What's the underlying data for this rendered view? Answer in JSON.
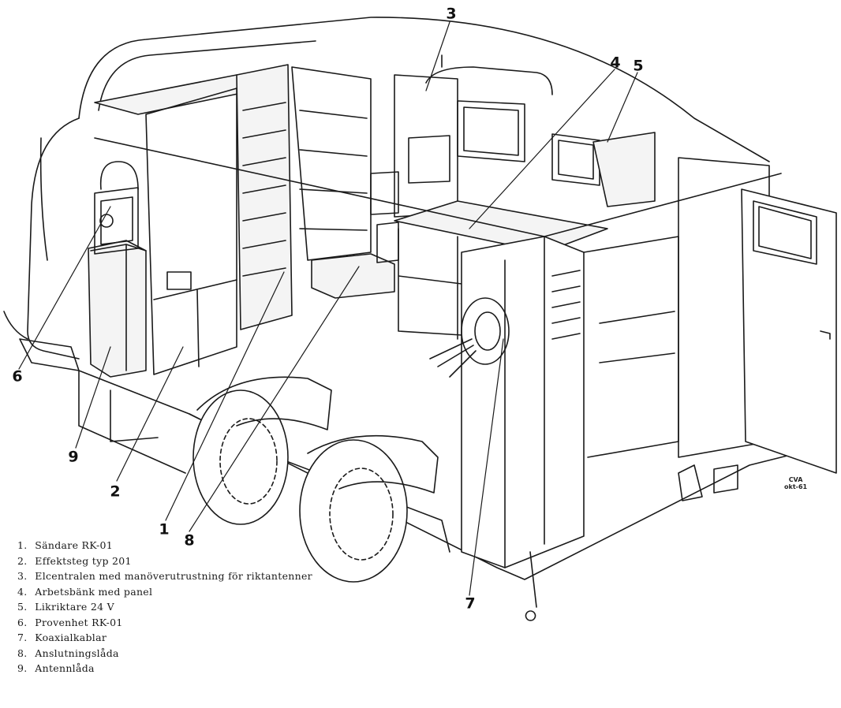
{
  "callouts": [
    {
      "id": "3",
      "text": "3"
    },
    {
      "id": "4",
      "text": "4"
    },
    {
      "id": "5",
      "text": "5"
    },
    {
      "id": "6",
      "text": "6"
    },
    {
      "id": "9",
      "text": "9"
    },
    {
      "id": "2",
      "text": "2"
    },
    {
      "id": "1",
      "text": "1"
    },
    {
      "id": "8",
      "text": "8"
    },
    {
      "id": "7",
      "text": "7"
    }
  ],
  "legend": [
    {
      "num": "1.",
      "text": "Sändare RK-01"
    },
    {
      "num": "2.",
      "text": "Effektsteg typ 201"
    },
    {
      "num": "3.",
      "text": "Elcentralen med manöverutrustning för riktantenner"
    },
    {
      "num": "4.",
      "text": "Arbetsbänk med panel"
    },
    {
      "num": "5.",
      "text": "Likriktare 24 V"
    },
    {
      "num": "6.",
      "text": "Provenhet RK-01"
    },
    {
      "num": "7.",
      "text": "Koaxialkablar"
    },
    {
      "num": "8.",
      "text": "Anslutningslåda"
    },
    {
      "num": "9.",
      "text": "Antennlåda"
    }
  ],
  "signature": {
    "line1": "CVA",
    "line2": "okt-61"
  },
  "colors": {
    "ink": "#1a1a1a",
    "paper": "#ffffff",
    "fill": "#f4f4f4"
  }
}
